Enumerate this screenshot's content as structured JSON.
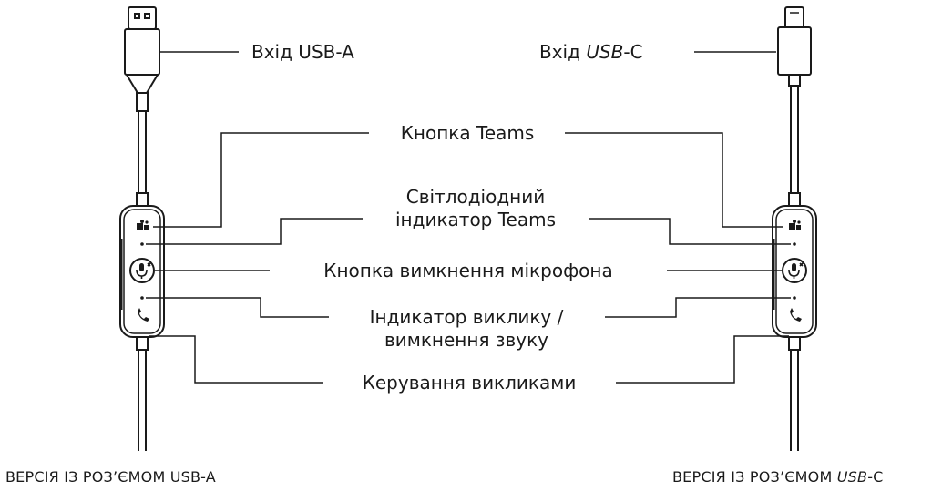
{
  "labels": {
    "usb_a_input": "Вхід USB-A",
    "usb_c_prefix": "Вхід ",
    "usb_c_name": "USB",
    "usb_c_suffix": "-C",
    "teams_button": "Кнопка Teams",
    "teams_led_line1": "Світлодіодний",
    "teams_led_line2": "індикатор Teams",
    "mic_mute_button": "Кнопка вимкнення мікрофона",
    "call_indicator_line1": "Індикатор виклику /",
    "call_indicator_line2": "вимкнення звуку",
    "call_control": "Керування викликами"
  },
  "captions": {
    "left": "ВЕРСІЯ ІЗ РОЗ’ЄМОМ USB-A",
    "right_prefix": "ВЕРСІЯ ІЗ РОЗ’ЄМОМ ",
    "right_name": "USB",
    "right_suffix": "-C"
  },
  "icons": [
    "teams-icon",
    "mic-mute-icon",
    "phone-icon"
  ],
  "colors": {
    "line": "#1a1a1a",
    "background": "#ffffff"
  }
}
